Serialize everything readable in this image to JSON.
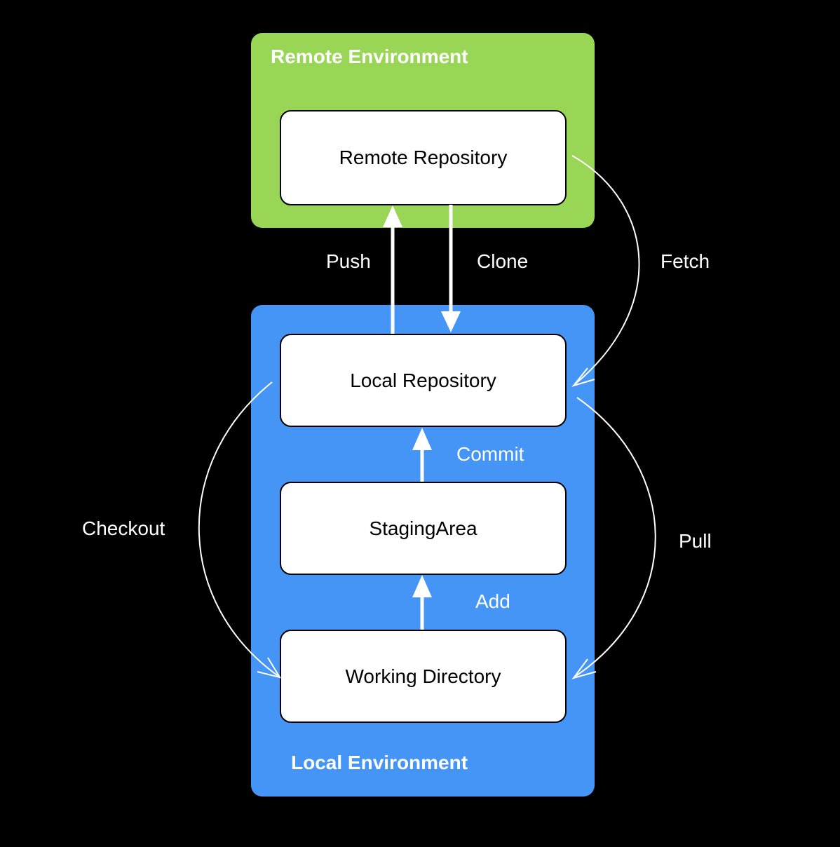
{
  "environments": {
    "remote": {
      "title": "Remote Environment",
      "color": "#99d656"
    },
    "local": {
      "title": "Local Environment",
      "color": "#4495f5"
    }
  },
  "nodes": {
    "remote_repository": "Remote Repository",
    "local_repository": "Local Repository",
    "staging_area": "StagingArea",
    "working_directory": "Working Directory"
  },
  "edges": {
    "push": "Push",
    "clone": "Clone",
    "fetch": "Fetch",
    "commit": "Commit",
    "add": "Add",
    "checkout": "Checkout",
    "pull": "Pull"
  },
  "colors": {
    "background": "#000000",
    "arrow": "#ffffff",
    "node_fill": "#ffffff"
  }
}
